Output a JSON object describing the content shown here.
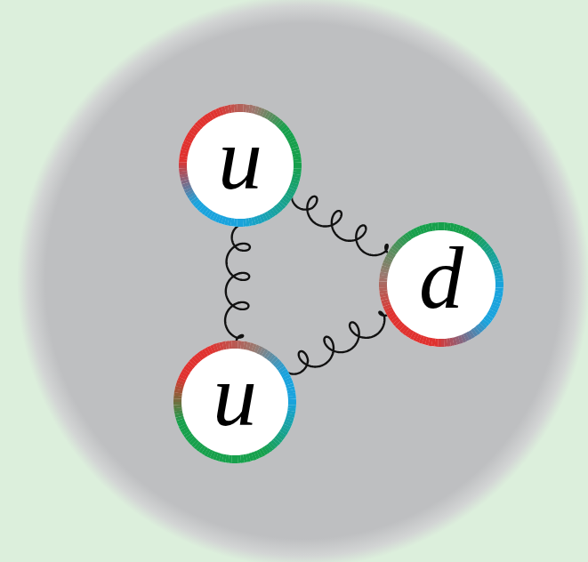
{
  "diagram": {
    "nodes": [
      {
        "text": [
          "u"
        ]
      },
      {
        "text": [
          "d"
        ]
      },
      {
        "text": [
          "u"
        ]
      }
    ],
    "edges": [
      {
        "from": 0,
        "to": 1,
        "arrow": "none"
      },
      {
        "from": 0,
        "to": 2,
        "arrow": "none"
      },
      {
        "from": 2,
        "to": 1,
        "arrow": "none"
      }
    ]
  }
}
